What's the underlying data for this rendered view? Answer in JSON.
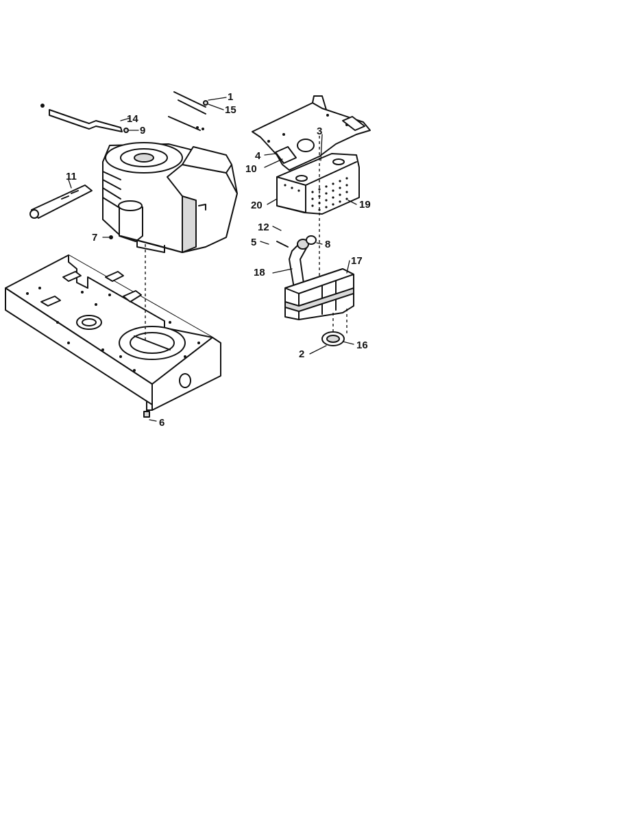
{
  "diagram": {
    "callouts": [
      {
        "id": "c1",
        "text": "1"
      },
      {
        "id": "c15",
        "text": "15"
      },
      {
        "id": "c14",
        "text": "14"
      },
      {
        "id": "c9",
        "text": "9"
      },
      {
        "id": "c11",
        "text": "11"
      },
      {
        "id": "c7",
        "text": "7"
      },
      {
        "id": "c6",
        "text": "6"
      },
      {
        "id": "c3",
        "text": "3"
      },
      {
        "id": "c4",
        "text": "4"
      },
      {
        "id": "c10",
        "text": "10"
      },
      {
        "id": "c20",
        "text": "20"
      },
      {
        "id": "c19",
        "text": "19"
      },
      {
        "id": "c12",
        "text": "12"
      },
      {
        "id": "c5",
        "text": "5"
      },
      {
        "id": "c8",
        "text": "8"
      },
      {
        "id": "c17",
        "text": "17"
      },
      {
        "id": "c18",
        "text": "18"
      },
      {
        "id": "c2",
        "text": "2"
      },
      {
        "id": "c16",
        "text": "16"
      }
    ]
  }
}
